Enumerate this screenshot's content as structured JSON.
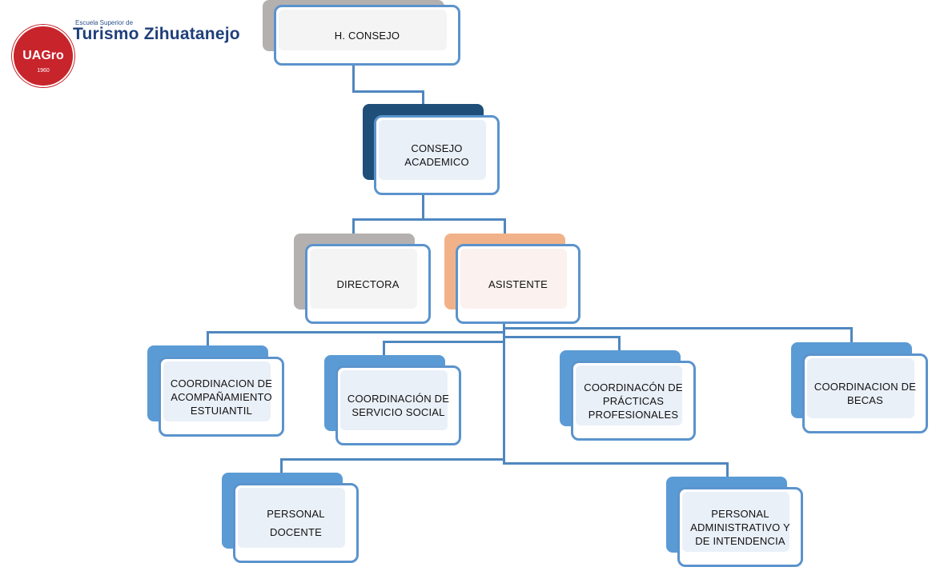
{
  "logo": {
    "school_line": "Escuela Superior de",
    "school_name": "Turismo Zihuatanejo",
    "seal_text": "UAGro",
    "seal_year": "1960"
  },
  "colors": {
    "card_border": "#5b93cd",
    "connector": "#4f87bf",
    "back_gray": "#b3b0af",
    "back_navy": "#1f4e79",
    "back_orange": "#f2b289",
    "back_blue": "#5b9bd5",
    "inner_light_gray": "#f4f4f5",
    "inner_light_blue": "#eaf0f8",
    "inner_light_peach": "#fbf1ee"
  },
  "nodes": {
    "h_consejo": "H. CONSEJO",
    "consejo_academico": "CONSEJO\nACADEMICO",
    "directora": "DIRECTORA",
    "asistente": "ASISTENTE",
    "coord_acompanamiento": "COORDINACION DE\nACOMPAÑAMIENTO\nESTUIANTIL",
    "coord_servicio_social": "COORDINACIÓN DE\nSERVICIO SOCIAL",
    "coord_practicas": "COORDINACÓN DE\nPRÁCTICAS\nPROFESIONALES",
    "coord_becas": "COORDINACION DE\nBECAS",
    "personal_docente": "PERSONAL\nDOCENTE",
    "personal_administrativo": "PERSONAL\nADMINISTRATIVO Y\nDE INTENDENCIA"
  }
}
